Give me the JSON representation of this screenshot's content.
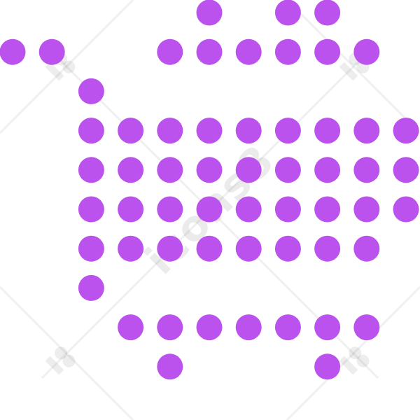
{
  "icon": {
    "name": "shopping-cart-icon",
    "style": "dotted",
    "dot_color": "#bc52ee"
  },
  "watermark": {
    "text": "icons8"
  },
  "grid": {
    "rows": [
      [
        5,
        7,
        8
      ],
      [
        0,
        1,
        4,
        5,
        6,
        7,
        8,
        9
      ],
      [
        2
      ],
      [
        2,
        3,
        4,
        5,
        6,
        7,
        8,
        9,
        10
      ],
      [
        2,
        3,
        4,
        5,
        6,
        7,
        8,
        9,
        10
      ],
      [
        2,
        3,
        4,
        5,
        6,
        7,
        8,
        9,
        10
      ],
      [
        2,
        3,
        4,
        5,
        6,
        7,
        8,
        9
      ],
      [
        2
      ],
      [
        3,
        4,
        5,
        6,
        7,
        8,
        9
      ],
      [
        4,
        8
      ]
    ]
  }
}
